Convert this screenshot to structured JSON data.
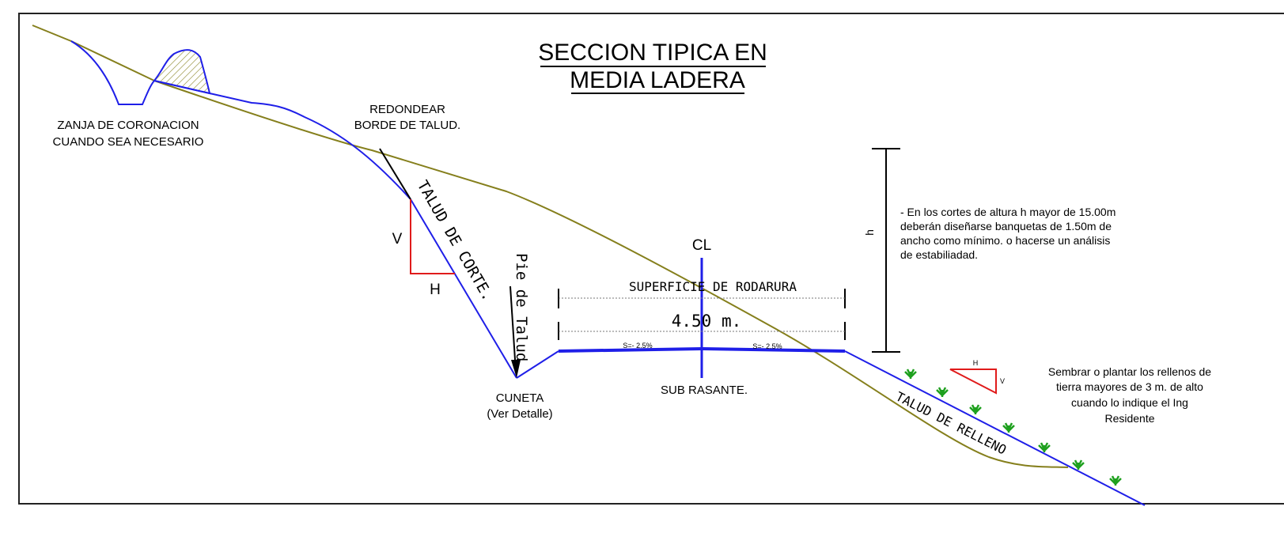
{
  "title": {
    "line1": "SECCION TIPICA EN",
    "line2": "MEDIA LADERA"
  },
  "labels": {
    "zanja_line1": "ZANJA DE CORONACION",
    "zanja_line2": "CUANDO SEA NECESARIO",
    "redondear_line1": "REDONDEAR",
    "redondear_line2": "BORDE DE TALUD.",
    "talud_corte": "TALUD DE CORTE.",
    "pie_talud": "Pie de Talud.",
    "v_cut": "V",
    "h_cut": "H",
    "centerline": "CL",
    "superficie": "SUPERFICIE DE RODARURA",
    "width": "4.50 m.",
    "slope_left": "S=- 2.5%",
    "slope_right": "S=- 2.5%",
    "cuneta_line1": "CUNETA",
    "cuneta_line2": "(Ver Detalle)",
    "sub_rasante": "SUB RASANTE.",
    "h_dimension": "h",
    "talud_relleno": "TALUD DE RELLENO",
    "h_fill": "H",
    "v_fill": "V"
  },
  "notes": {
    "cortes_line1": "- En los cortes de altura h mayor de 15.00m",
    "cortes_line2": "deberán diseñarse banquetas de 1.50m de",
    "cortes_line3": "ancho como mínimo. o hacerse un análisis",
    "cortes_line4": "de estabiliadad.",
    "sembrar_line1": "Sembrar o plantar los rellenos de",
    "sembrar_line2": "tierra mayores de 3 m. de alto",
    "sembrar_line3": "cuando lo indique el Ing",
    "sembrar_line4": "Residente"
  },
  "colors": {
    "terrain": "#857f1c",
    "design": "#1f1fe8",
    "slope_triangle": "#e01b1b",
    "vegetation": "#1ea01e",
    "frame": "#222222"
  }
}
